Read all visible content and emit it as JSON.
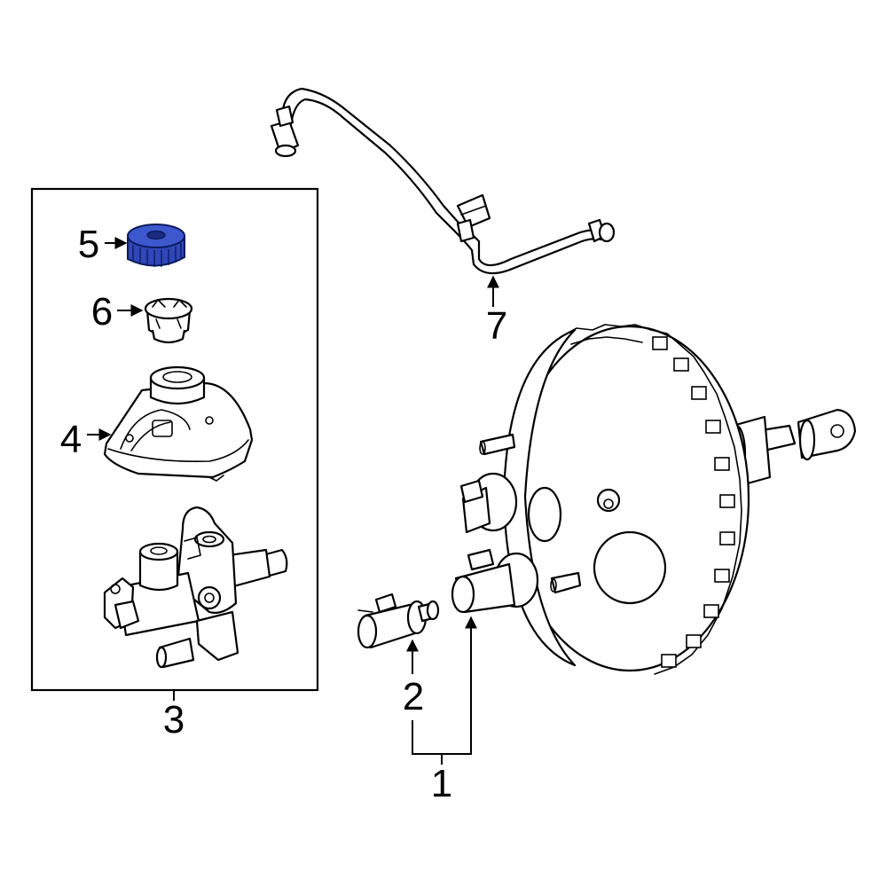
{
  "diagram": {
    "callouts": {
      "c1": "1",
      "c2": "2",
      "c3": "3",
      "c4": "4",
      "c5": "5",
      "c6": "6",
      "c7": "7"
    },
    "highlight_color": "#2f47b8",
    "line_color": "#000000",
    "background_color": "#ffffff"
  }
}
